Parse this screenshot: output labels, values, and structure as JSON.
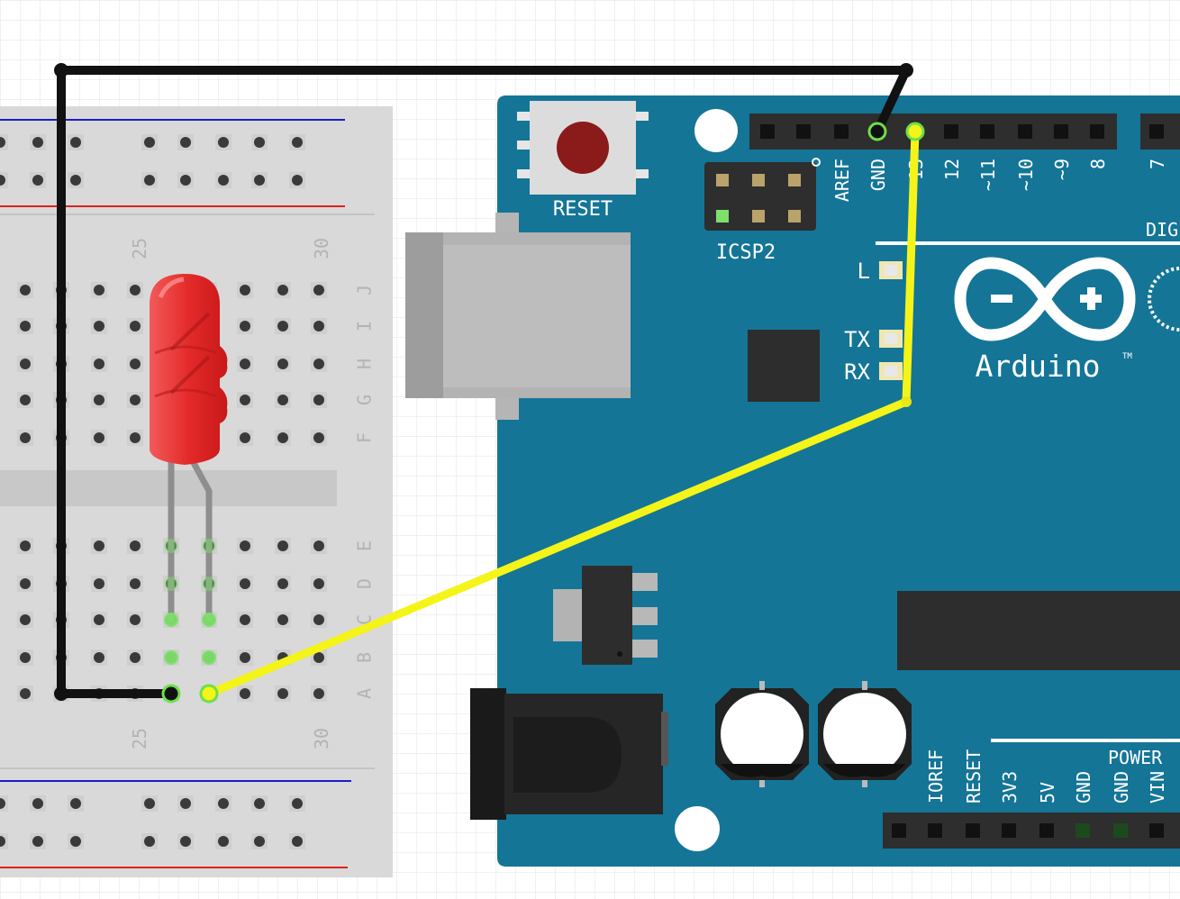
{
  "breadboard": {
    "columns_top": [
      {
        "label": "25"
      },
      {
        "label": "30"
      }
    ],
    "columns_bottom": [
      {
        "label": "25"
      },
      {
        "label": "30"
      }
    ],
    "rows": [
      {
        "label": "J"
      },
      {
        "label": "I"
      },
      {
        "label": "H"
      },
      {
        "label": "G"
      },
      {
        "label": "F"
      },
      {
        "label": "E"
      },
      {
        "label": "D"
      },
      {
        "label": "C"
      },
      {
        "label": "B"
      },
      {
        "label": "A"
      }
    ]
  },
  "arduino": {
    "reset_label": "RESET",
    "icsp_label": "ICSP2",
    "logo_text": "Arduino",
    "trademark": "TM",
    "digital_label": "DIG",
    "power_label": "POWER",
    "led_labels": [
      {
        "label": "L"
      },
      {
        "label": "TX"
      },
      {
        "label": "RX"
      }
    ],
    "top_header_labels": [
      {
        "label": "AREF"
      },
      {
        "label": "GND"
      },
      {
        "label": "13"
      },
      {
        "label": "12"
      },
      {
        "label": "~11"
      },
      {
        "label": "~10"
      },
      {
        "label": "~9"
      },
      {
        "label": "8"
      },
      {
        "label": "7"
      }
    ],
    "power_header_labels": [
      {
        "label": "IOREF"
      },
      {
        "label": "RESET"
      },
      {
        "label": "3V3"
      },
      {
        "label": "5V"
      },
      {
        "label": "GND"
      },
      {
        "label": "GND"
      },
      {
        "label": "VIN"
      }
    ]
  },
  "colors": {
    "board_blue": "#147597",
    "wire_black": "#111111",
    "wire_yellow": "#f4f418",
    "led_red": "#e42a2a",
    "breadboard": "#d9d9d9",
    "rail_blue": "#1c1ccc",
    "rail_red": "#dd2222",
    "highlight_green": "#6de04a"
  }
}
